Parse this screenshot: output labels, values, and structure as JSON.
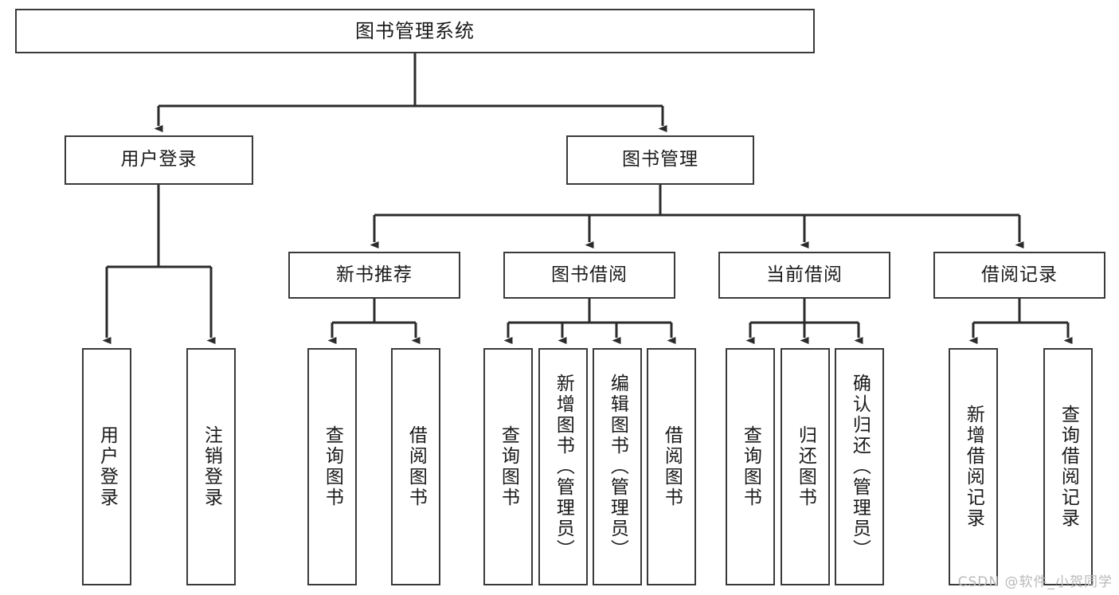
{
  "diagram": {
    "title": "图书管理系统",
    "type": "tree-hierarchy-chart",
    "watermark": "CSDN @软件_小贺同学",
    "colors": {
      "box_border": "#3a3a3a",
      "box_fill": "#ffffff",
      "edge": "#2b2b2b",
      "text": "#1a1a1a",
      "watermark": "#b9b9b9"
    },
    "nodes": {
      "root": {
        "label": "图书管理系统"
      },
      "level2": [
        {
          "id": "login",
          "label": "用户登录"
        },
        {
          "id": "bookmgmt",
          "label": "图书管理"
        }
      ],
      "level3": [
        {
          "id": "newbook",
          "label": "新书推荐"
        },
        {
          "id": "borrow",
          "label": "图书借阅"
        },
        {
          "id": "current",
          "label": "当前借阅"
        },
        {
          "id": "record",
          "label": "借阅记录"
        }
      ],
      "leaves": {
        "login": [
          {
            "label": "用户登录"
          },
          {
            "label": "注销登录"
          }
        ],
        "newbook": [
          {
            "label": "查询图书"
          },
          {
            "label": "借阅图书"
          }
        ],
        "borrow": [
          {
            "label": "查询图书"
          },
          {
            "label": "新增图书（管理员）"
          },
          {
            "label": "编辑图书（管理员）"
          },
          {
            "label": "借阅图书"
          }
        ],
        "current": [
          {
            "label": "查询图书"
          },
          {
            "label": "归还图书"
          },
          {
            "label": "确认归还（管理员）"
          }
        ],
        "record": [
          {
            "label": "新增借阅记录"
          },
          {
            "label": "查询借阅记录"
          }
        ]
      }
    }
  }
}
